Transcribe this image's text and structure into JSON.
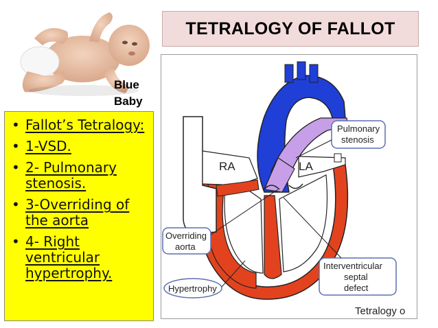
{
  "slide": {
    "title": "TETRALOGY OF FALLOT",
    "baby_caption_line1": "Blue",
    "baby_caption_line2": "Baby",
    "bullets": [
      {
        "text": "Fallot’s Tetralogy:",
        "underline": true
      },
      {
        "text": "1-VSD.",
        "underline": true
      },
      {
        "text": "2- Pulmonary stenosis.",
        "underline": true
      },
      {
        "text": "3-Overriding of the aorta",
        "underline": true
      },
      {
        "text": "4- Right ventricular hypertrophy.",
        "underline": true
      }
    ]
  },
  "diagram": {
    "labels": {
      "ra": "RA",
      "la": "LA",
      "pulmonary_stenosis_l1": "Pulmonary",
      "pulmonary_stenosis_l2": "stenosis",
      "overriding_l1": "Overriding",
      "overriding_l2": "aorta",
      "ivsd_l1": "Interventricular",
      "ivsd_l2": "septal",
      "ivsd_l3": "defect",
      "hypertrophy": "Hypertrophy",
      "footer": "Tetralogy o"
    },
    "colors": {
      "aorta_blue": "#1f3fd6",
      "pulmonary_purple": "#c79ee8",
      "muscle_red": "#e2431e",
      "outline": "#222222",
      "callout_border": "#5a6fb4"
    }
  }
}
